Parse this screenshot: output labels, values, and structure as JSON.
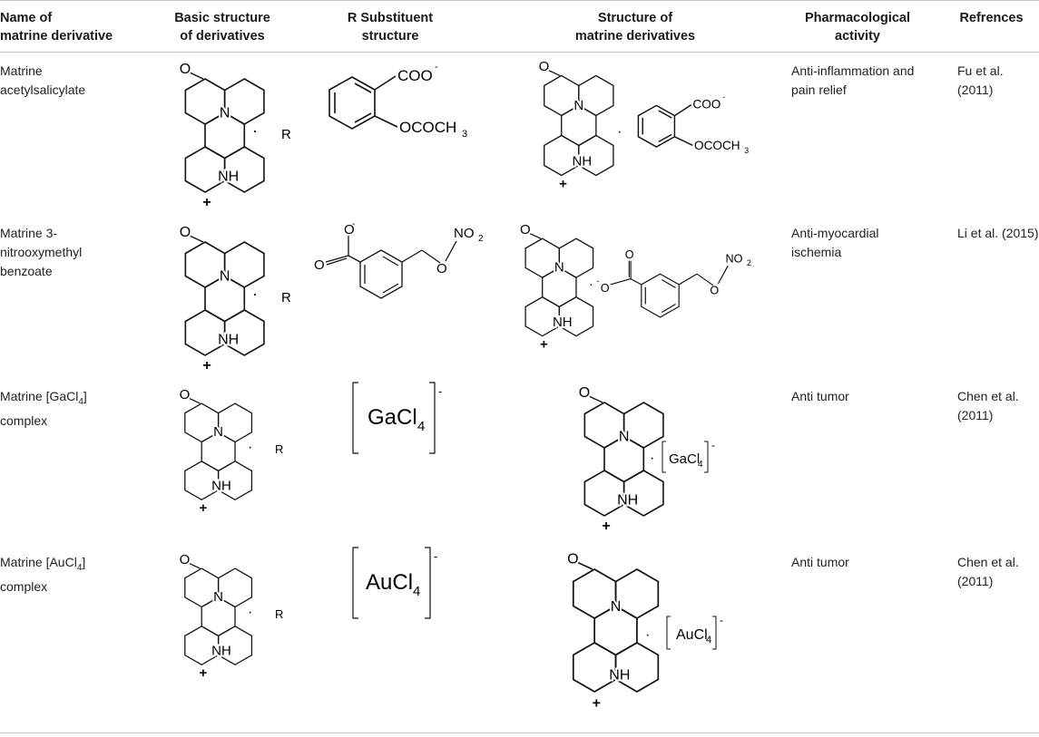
{
  "headers": {
    "name": [
      "Name of",
      "matrine derivative"
    ],
    "basic": [
      "Basic structure",
      "of derivatives"
    ],
    "subst": [
      "R Substituent",
      "structure"
    ],
    "struct": [
      "Structure of",
      "matrine derivatives"
    ],
    "activity": [
      "Pharmacological",
      "activity"
    ],
    "refs": [
      "Refrences"
    ]
  },
  "rows": [
    {
      "name": [
        "Matrine",
        "acetylsalicylate"
      ],
      "activity": [
        "Anti-inflammation and",
        "pain relief"
      ],
      "reference": [
        "Fu et al.",
        "(2011)"
      ],
      "substituent": {
        "top": "COO",
        "charge": "-",
        "bottom": "OCOCH",
        "sub": "3"
      }
    },
    {
      "name": [
        "Matrine 3-",
        "nitrooxymethyl",
        "benzoate"
      ],
      "activity": [
        "Anti-myocardial",
        "ischemia"
      ],
      "reference": [
        "Li et al. (2015)"
      ],
      "substituent": {
        "o1": "O",
        "o2": "O",
        "o3": "O",
        "charge": "-",
        "no2": "NO",
        "sub": "2"
      }
    },
    {
      "name": [
        "Matrine [GaCl",
        "4",
        "]",
        "complex"
      ],
      "activity": [
        "Anti tumor"
      ],
      "reference": [
        "Chen et al.",
        "(2011)"
      ],
      "substituent": {
        "main": "GaCl",
        "sub": "4",
        "charge": "-"
      }
    },
    {
      "name": [
        "Matrine [AuCl",
        "4",
        "]",
        "complex"
      ],
      "activity": [
        "Anti tumor"
      ],
      "reference": [
        "Chen et al.",
        "(2011)"
      ],
      "substituent": {
        "main": "AuCl",
        "sub": "4",
        "charge": "-"
      }
    }
  ],
  "core": {
    "o": "O",
    "n": "N",
    "nh": "NH",
    "plus": "+",
    "dot": "·",
    "r": "R"
  }
}
